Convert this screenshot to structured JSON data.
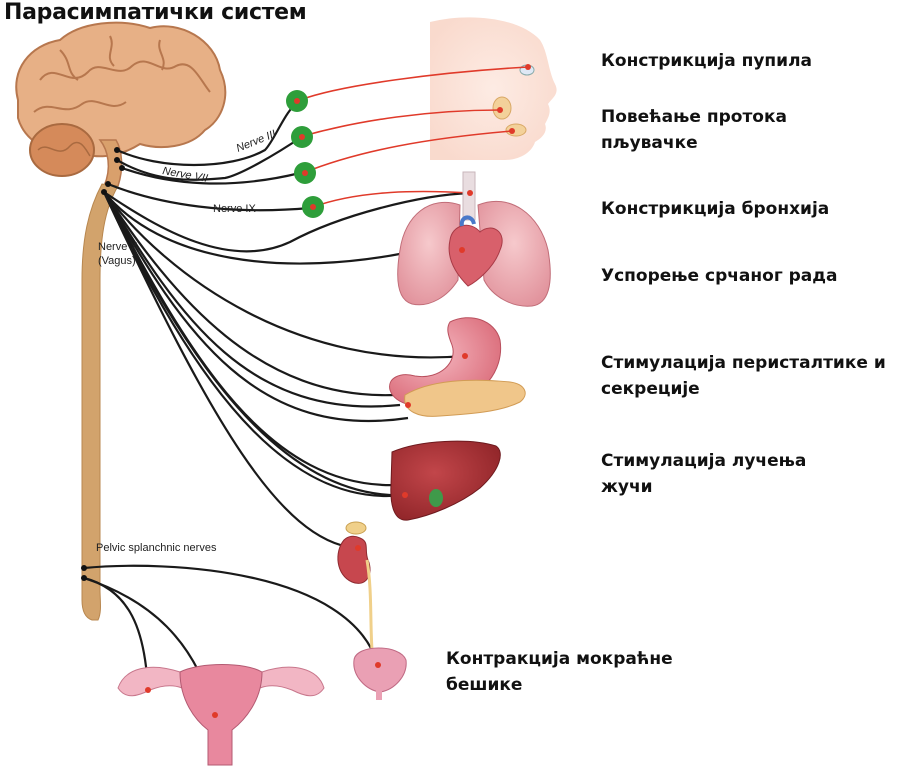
{
  "title": "Парасимпатички систем",
  "nerves": {
    "n3": "Nerve III",
    "n7": "Nerve VII",
    "n9": "Nerve IX",
    "n10_line1": "Nerve X",
    "n10_line2": "(Vagus)",
    "pelvic": "Pelvic splanchnic nerves"
  },
  "effects": [
    {
      "line1": "Констрикција пупила",
      "line2": ""
    },
    {
      "line1": "Повећање протока",
      "line2": "пљувачке"
    },
    {
      "line1": "Констрикција бронхија",
      "line2": ""
    },
    {
      "line1": "Успорење срчаног рада",
      "line2": ""
    },
    {
      "line1": "Стимулација перисталтике и",
      "line2": "секреције"
    },
    {
      "line1": "Стимулација лучења",
      "line2": "жучи"
    },
    {
      "line1": "Контракција мокраћне",
      "line2": "бешике"
    }
  ],
  "colors": {
    "nerve_line": "#1a1a1a",
    "postganglionic": "#e03a2a",
    "ganglion": "#2e9e3a",
    "spine": "#c9985f",
    "brain": "#d99a6a"
  }
}
